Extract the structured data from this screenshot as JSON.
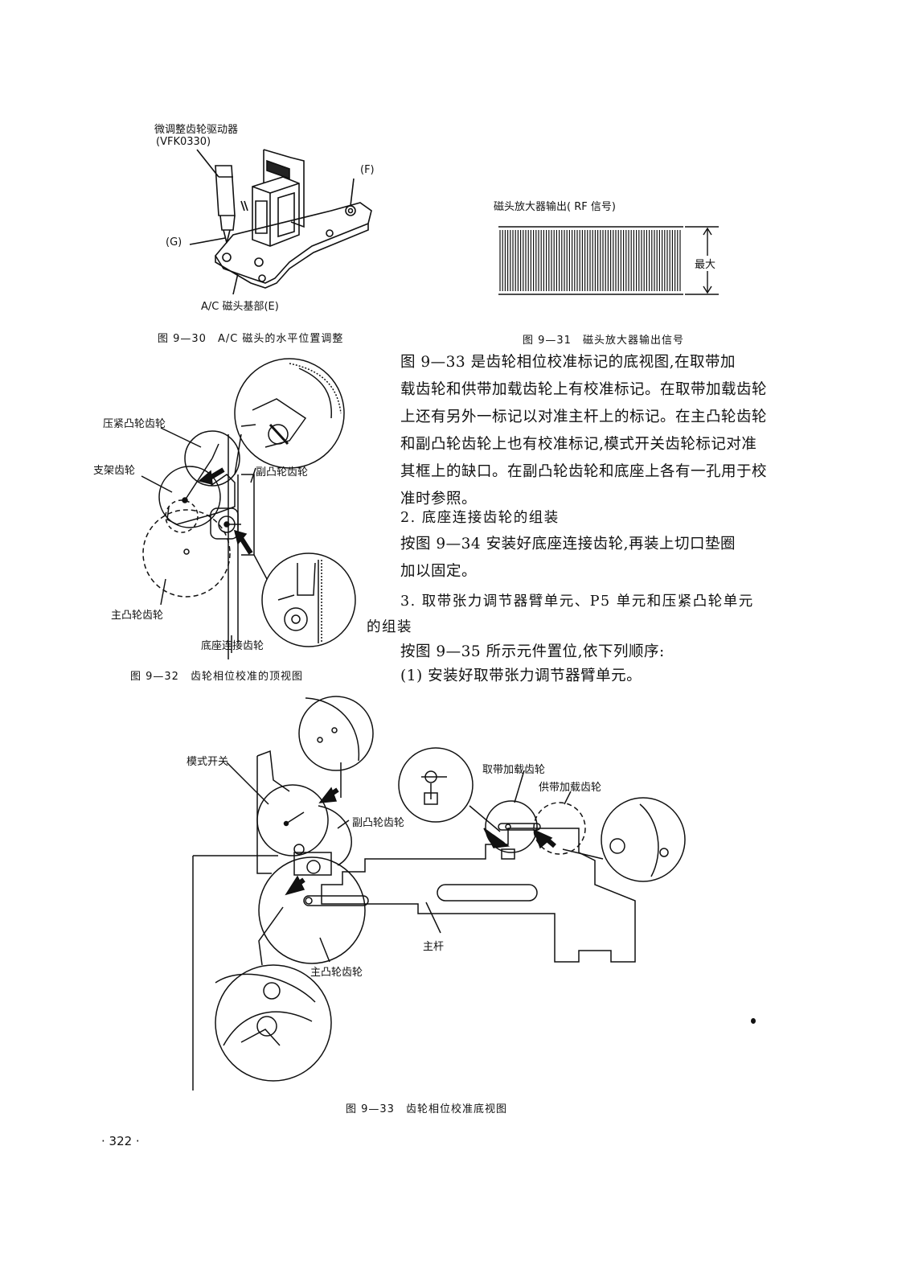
{
  "fig30": {
    "label_driver": "微调整齿轮驱动器",
    "label_driver_code": "(VFK0330)",
    "label_F": "(F)",
    "label_G": "(G)",
    "label_base": "A/C 磁头基部(E)",
    "caption": "图 9—30　A/C 磁头的水平位置调整"
  },
  "fig31": {
    "title": "磁头放大器输出( RF 信号)",
    "label_max": "最大",
    "caption": "图 9—31　磁头放大器输出信号"
  },
  "fig32": {
    "label_pinch_cam": "压紧凸轮齿轮",
    "label_support": "支架齿轮",
    "label_sub_cam": "副凸轮齿轮",
    "label_main_cam": "主凸轮齿轮",
    "label_base_gear": "底座连接齿轮",
    "caption": "图 9—32　齿轮相位校准的顶视图"
  },
  "text": {
    "para1_lines": [
      "图 9—33 是齿轮相位校准标记的底视图,在取带加",
      "载齿轮和供带加载齿轮上有校准标记。在取带加载齿轮",
      "上还有另外一标记以对准主杆上的标记。在主凸轮齿轮",
      "和副凸轮齿轮上也有校准标记,模式开关齿轮标记对准",
      "其框上的缺口。在副凸轮齿轮和底座上各有一孔用于校",
      "准时参照。"
    ],
    "heading2": "2. 底座连接齿轮的组装",
    "para2_lines": [
      "按图 9—34 安装好底座连接齿轮,再装上切口垫圈",
      "加以固定。"
    ],
    "heading3_line1": "3. 取带张力调节器臂单元、P5 单元和压紧凸轮单元",
    "heading3_line2": "的组装",
    "para3": "按图 9—35 所示元件置位,依下列顺序:",
    "para4": "(1) 安装好取带张力调节器臂单元。"
  },
  "fig33": {
    "label_mode_switch": "模式开关",
    "label_takeup": "取带加载齿轮",
    "label_supply": "供带加载齿轮",
    "label_sub_cam": "副凸轮齿轮",
    "label_main_lever": "主杆",
    "label_main_cam": "主凸轮齿轮",
    "caption": "图 9—33　齿轮相位校准底视图"
  },
  "page_number": "· 322 ·"
}
